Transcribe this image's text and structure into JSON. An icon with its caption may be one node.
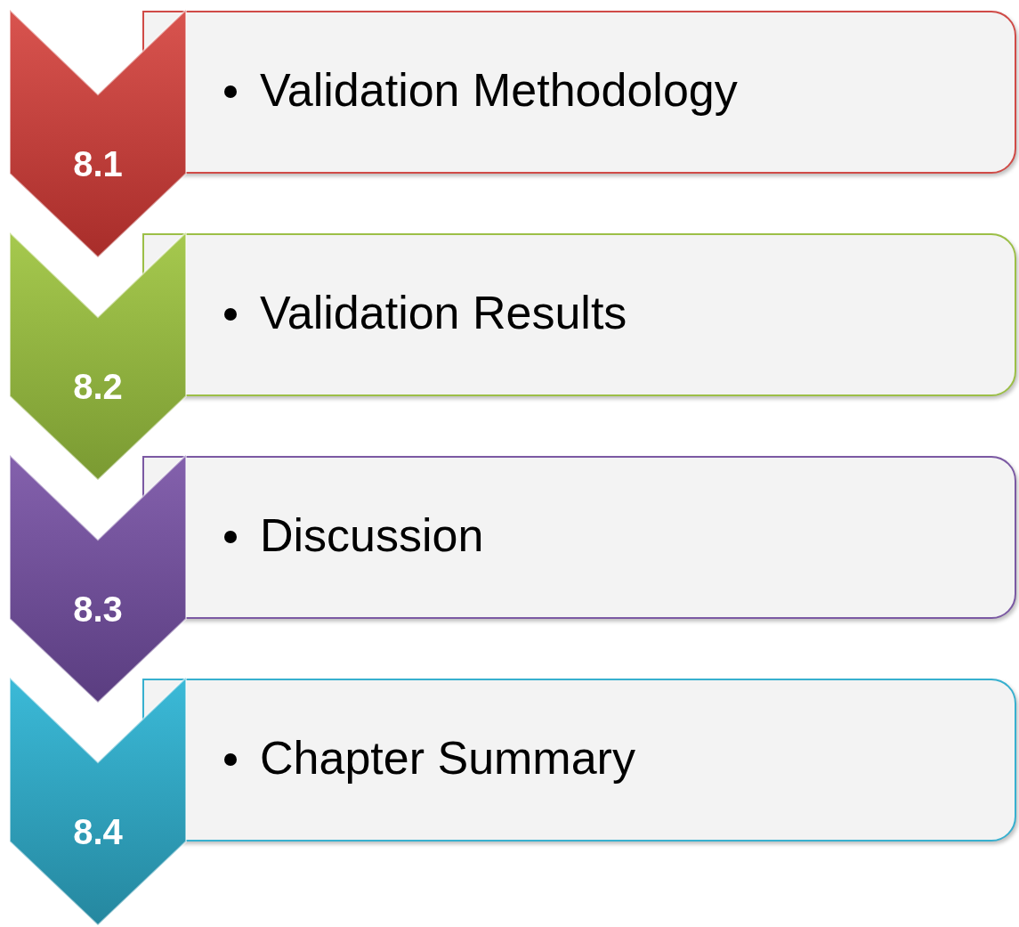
{
  "diagram": {
    "nodes": [
      {
        "text": [
          "8.1"
        ]
      },
      {
        "text": [
          "Validation Methodology"
        ]
      },
      {
        "text": [
          "8.2"
        ]
      },
      {
        "text": [
          "Validation Results"
        ]
      },
      {
        "text": [
          "8.3"
        ]
      },
      {
        "text": [
          "Discussion"
        ]
      },
      {
        "text": [
          "8.4"
        ]
      },
      {
        "text": [
          "Chapter Summary"
        ]
      }
    ]
  }
}
